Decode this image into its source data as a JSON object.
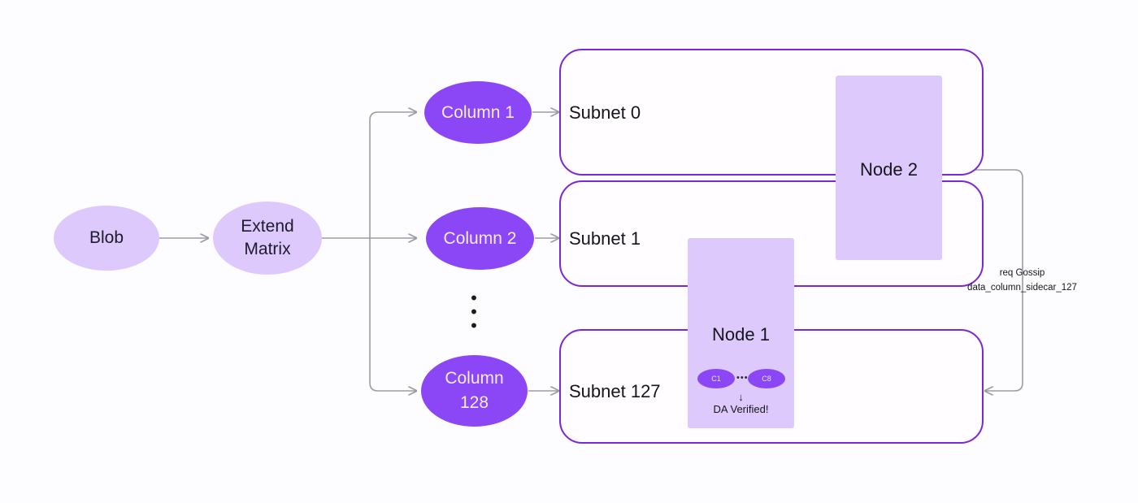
{
  "diagram": {
    "title": "PeerDAS blob column distribution flow",
    "background": "#fdfcfe",
    "colors": {
      "accent_strong": "#8b46f5",
      "accent_light": "#ddc9fb",
      "border_purple": "#7b27d8",
      "connector_gray": "#9b9ba3",
      "text_dark": "#16151c"
    },
    "source": {
      "blob_label": "Blob",
      "extend_matrix_label_line1": "Extend",
      "extend_matrix_label_line2": "Matrix"
    },
    "columns": [
      {
        "label": "Column 1"
      },
      {
        "label": "Column 2"
      },
      {
        "label": "Column 128"
      }
    ],
    "column_ellipsis": "•\n•\n•",
    "subnets": [
      {
        "label": "Subnet 0"
      },
      {
        "label": "Subnet 1"
      },
      {
        "label": "Subnet 127"
      }
    ],
    "nodes": {
      "node2": {
        "title": "Node 2"
      },
      "node1": {
        "title": "Node 1",
        "chip_first": "C1",
        "chip_dots": "•••",
        "chip_last": "C8",
        "down_arrow": "↓",
        "verified_label": "DA Verified!"
      }
    },
    "annotation": {
      "line1": "req Gossip",
      "line2": "data_column_sidecar_127"
    }
  }
}
